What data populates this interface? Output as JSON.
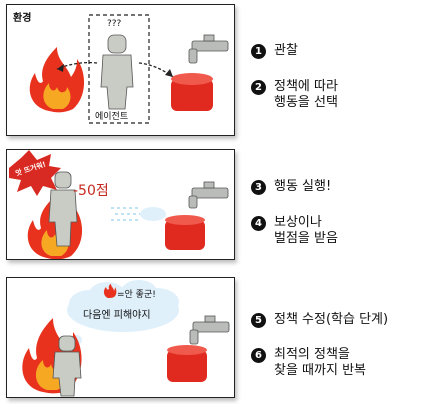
{
  "panel1": {
    "env_label": "환경",
    "question": "???",
    "agent_label": "에이전트"
  },
  "panel2": {
    "reward": "-50점",
    "burst": "앗 뜨거워!"
  },
  "panel3": {
    "thought_line1": "=안 좋군!",
    "thought_line2": "다음엔 피해야지"
  },
  "steps": [
    {
      "number": "1",
      "text": "관찰"
    },
    {
      "number": "2",
      "text": "정책에 따라\n행동을 선택"
    },
    {
      "number": "3",
      "text": "행동 실행!"
    },
    {
      "number": "4",
      "text": "보상이나\n벌점을 받음"
    },
    {
      "number": "5",
      "text": "정책 수정(학습 단계)"
    },
    {
      "number": "6",
      "text": "최적의 정책을\n찾을 때까지 반복"
    }
  ],
  "colors": {
    "fire_outer": "#e8321e",
    "fire_inner": "#f7a823",
    "water": "#dff0fb",
    "red_box": "#e02a20"
  }
}
